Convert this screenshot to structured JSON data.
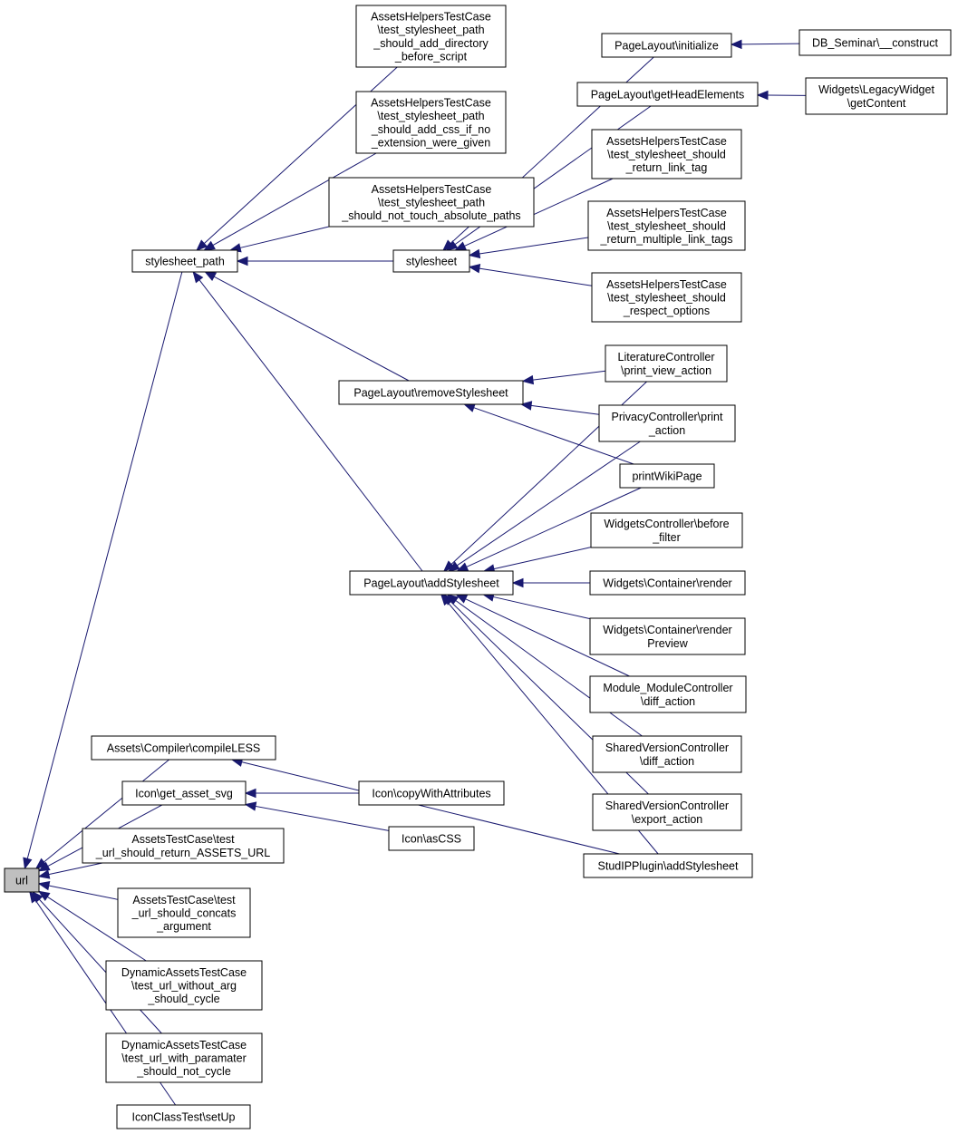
{
  "colors": {
    "edge": "#191970",
    "node_fill": "#ffffff",
    "root_fill": "#bfbfbf",
    "node_border": "#000000"
  },
  "nodes": [
    {
      "id": "url",
      "lines": [
        "url"
      ],
      "root": true
    },
    {
      "id": "stylesheet_path",
      "lines": [
        "stylesheet_path"
      ]
    },
    {
      "id": "compileLESS",
      "lines": [
        "Assets\\Compiler\\compileLESS"
      ]
    },
    {
      "id": "get_asset_svg",
      "lines": [
        "Icon\\get_asset_svg"
      ]
    },
    {
      "id": "test_url_return",
      "lines": [
        "AssetsTestCase\\test",
        "_url_should_return_ASSETS_URL"
      ]
    },
    {
      "id": "test_url_concats",
      "lines": [
        "AssetsTestCase\\test",
        "_url_should_concats",
        "_argument"
      ]
    },
    {
      "id": "test_url_without",
      "lines": [
        "DynamicAssetsTestCase",
        "\\test_url_without_arg",
        "_should_cycle"
      ]
    },
    {
      "id": "test_url_with",
      "lines": [
        "DynamicAssetsTestCase",
        "\\test_url_with_paramater",
        "_should_not_cycle"
      ]
    },
    {
      "id": "iconclass_setup",
      "lines": [
        "IconClassTest\\setUp"
      ]
    },
    {
      "id": "t_dir",
      "lines": [
        "AssetsHelpersTestCase",
        "\\test_stylesheet_path",
        "_should_add_directory",
        "_before_script"
      ]
    },
    {
      "id": "t_css",
      "lines": [
        "AssetsHelpersTestCase",
        "\\test_stylesheet_path",
        "_should_add_css_if_no",
        "_extension_were_given"
      ]
    },
    {
      "id": "t_abs",
      "lines": [
        "AssetsHelpersTestCase",
        "\\test_stylesheet_path",
        "_should_not_touch_absolute_paths"
      ]
    },
    {
      "id": "stylesheet",
      "lines": [
        "stylesheet"
      ]
    },
    {
      "id": "removeStylesheet",
      "lines": [
        "PageLayout\\removeStylesheet"
      ]
    },
    {
      "id": "addStylesheet",
      "lines": [
        "PageLayout\\addStylesheet"
      ]
    },
    {
      "id": "copyWithAttributes",
      "lines": [
        "Icon\\copyWithAttributes"
      ]
    },
    {
      "id": "asCSS",
      "lines": [
        "Icon\\asCSS"
      ]
    },
    {
      "id": "pl_initialize",
      "lines": [
        "PageLayout\\initialize"
      ]
    },
    {
      "id": "pl_getHead",
      "lines": [
        "PageLayout\\getHeadElements"
      ]
    },
    {
      "id": "t_link_tag",
      "lines": [
        "AssetsHelpersTestCase",
        "\\test_stylesheet_should",
        "_return_link_tag"
      ]
    },
    {
      "id": "t_multi",
      "lines": [
        "AssetsHelpersTestCase",
        "\\test_stylesheet_should",
        "_return_multiple_link_tags"
      ]
    },
    {
      "id": "t_respect",
      "lines": [
        "AssetsHelpersTestCase",
        "\\test_stylesheet_should",
        "_respect_options"
      ]
    },
    {
      "id": "lit_print",
      "lines": [
        "LiteratureController",
        "\\print_view_action"
      ]
    },
    {
      "id": "priv_print",
      "lines": [
        "PrivacyController\\print",
        "_action"
      ]
    },
    {
      "id": "printWiki",
      "lines": [
        "printWikiPage"
      ]
    },
    {
      "id": "wc_before",
      "lines": [
        "WidgetsController\\before",
        "_filter"
      ]
    },
    {
      "id": "wc_render",
      "lines": [
        "Widgets\\Container\\render"
      ]
    },
    {
      "id": "wc_preview",
      "lines": [
        "Widgets\\Container\\render",
        "Preview"
      ]
    },
    {
      "id": "mm_diff",
      "lines": [
        "Module_ModuleController",
        "\\diff_action"
      ]
    },
    {
      "id": "sv_diff",
      "lines": [
        "SharedVersionController",
        "\\diff_action"
      ]
    },
    {
      "id": "sv_export",
      "lines": [
        "SharedVersionController",
        "\\export_action"
      ]
    },
    {
      "id": "studip_add",
      "lines": [
        "StudIPPlugin\\addStylesheet"
      ]
    },
    {
      "id": "db_construct",
      "lines": [
        "DB_Seminar\\__construct"
      ]
    },
    {
      "id": "lw_getContent",
      "lines": [
        "Widgets\\LegacyWidget",
        "\\getContent"
      ]
    }
  ],
  "edges": [
    [
      "stylesheet_path",
      "url"
    ],
    [
      "compileLESS",
      "url"
    ],
    [
      "get_asset_svg",
      "url"
    ],
    [
      "test_url_return",
      "url"
    ],
    [
      "test_url_concats",
      "url"
    ],
    [
      "test_url_without",
      "url"
    ],
    [
      "test_url_with",
      "url"
    ],
    [
      "iconclass_setup",
      "url"
    ],
    [
      "t_dir",
      "stylesheet_path"
    ],
    [
      "t_css",
      "stylesheet_path"
    ],
    [
      "t_abs",
      "stylesheet_path"
    ],
    [
      "stylesheet",
      "stylesheet_path"
    ],
    [
      "removeStylesheet",
      "stylesheet_path"
    ],
    [
      "addStylesheet",
      "stylesheet_path"
    ],
    [
      "studip_add",
      "compileLESS"
    ],
    [
      "copyWithAttributes",
      "get_asset_svg"
    ],
    [
      "asCSS",
      "get_asset_svg"
    ],
    [
      "pl_initialize",
      "stylesheet"
    ],
    [
      "pl_getHead",
      "stylesheet"
    ],
    [
      "t_link_tag",
      "stylesheet"
    ],
    [
      "t_multi",
      "stylesheet"
    ],
    [
      "t_respect",
      "stylesheet"
    ],
    [
      "lit_print",
      "removeStylesheet"
    ],
    [
      "priv_print",
      "removeStylesheet"
    ],
    [
      "printWiki",
      "removeStylesheet"
    ],
    [
      "lit_print",
      "addStylesheet"
    ],
    [
      "priv_print",
      "addStylesheet"
    ],
    [
      "printWiki",
      "addStylesheet"
    ],
    [
      "wc_before",
      "addStylesheet"
    ],
    [
      "wc_render",
      "addStylesheet"
    ],
    [
      "wc_preview",
      "addStylesheet"
    ],
    [
      "mm_diff",
      "addStylesheet"
    ],
    [
      "sv_diff",
      "addStylesheet"
    ],
    [
      "sv_export",
      "addStylesheet"
    ],
    [
      "studip_add",
      "addStylesheet"
    ],
    [
      "db_construct",
      "pl_initialize"
    ],
    [
      "lw_getContent",
      "pl_getHead"
    ]
  ]
}
